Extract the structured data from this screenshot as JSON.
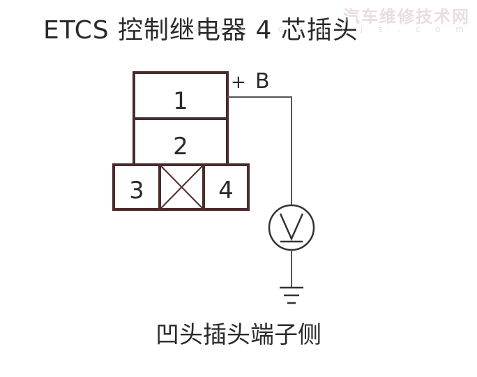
{
  "title": "ETCS 控制继电器 4 芯插头",
  "watermark": {
    "text": "汽车维修技术网",
    "url": "w w w . q c w x j s . c o m"
  },
  "connector": {
    "pins": [
      "1",
      "2",
      "3",
      "4"
    ],
    "probe_label_plus": "+",
    "probe_label_b": "B",
    "meter_symbol": "V"
  },
  "footer": "凹头插头端子侧",
  "colors": {
    "connector_outline": "#4a2b2b",
    "wire": "#555555",
    "text": "#2a2a2a"
  },
  "icons": {
    "meter": "voltmeter-icon",
    "ground": "ground-icon",
    "blank_cell": "crossed-box-icon"
  }
}
